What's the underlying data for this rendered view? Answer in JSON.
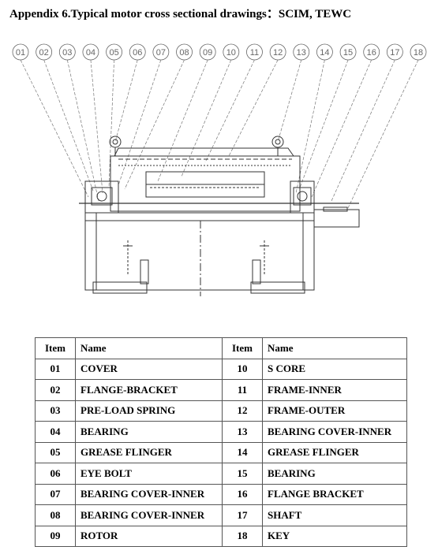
{
  "title": "Appendix 6.Typical motor cross sectional drawings：SCIM, TEWC",
  "callouts": [
    "01",
    "02",
    "03",
    "04",
    "05",
    "06",
    "07",
    "08",
    "09",
    "10",
    "11",
    "12",
    "13",
    "14",
    "15",
    "16",
    "17",
    "18"
  ],
  "table": {
    "headers": [
      "Item",
      "Name",
      "Item",
      "Name"
    ],
    "rows": [
      {
        "item1": "01",
        "name1": "COVER",
        "item2": "10",
        "name2": "S CORE"
      },
      {
        "item1": "02",
        "name1": "FLANGE-BRACKET",
        "item2": "11",
        "name2": "FRAME-INNER"
      },
      {
        "item1": "03",
        "name1": "PRE-LOAD SPRING",
        "item2": "12",
        "name2": "FRAME-OUTER"
      },
      {
        "item1": "04",
        "name1": "BEARING",
        "item2": "13",
        "name2": "BEARING COVER-INNER"
      },
      {
        "item1": "05",
        "name1": "GREASE FLINGER",
        "item2": "14",
        "name2": "GREASE FLINGER"
      },
      {
        "item1": "06",
        "name1": "EYE BOLT",
        "item2": "15",
        "name2": "BEARING"
      },
      {
        "item1": "07",
        "name1": "BEARING COVER-INNER",
        "item2": "16",
        "name2": "FLANGE BRACKET"
      },
      {
        "item1": "08",
        "name1": "BEARING COVER-INNER",
        "item2": "17",
        "name2": "SHAFT"
      },
      {
        "item1": "09",
        "name1": "ROTOR",
        "item2": "18",
        "name2": "KEY"
      }
    ]
  }
}
